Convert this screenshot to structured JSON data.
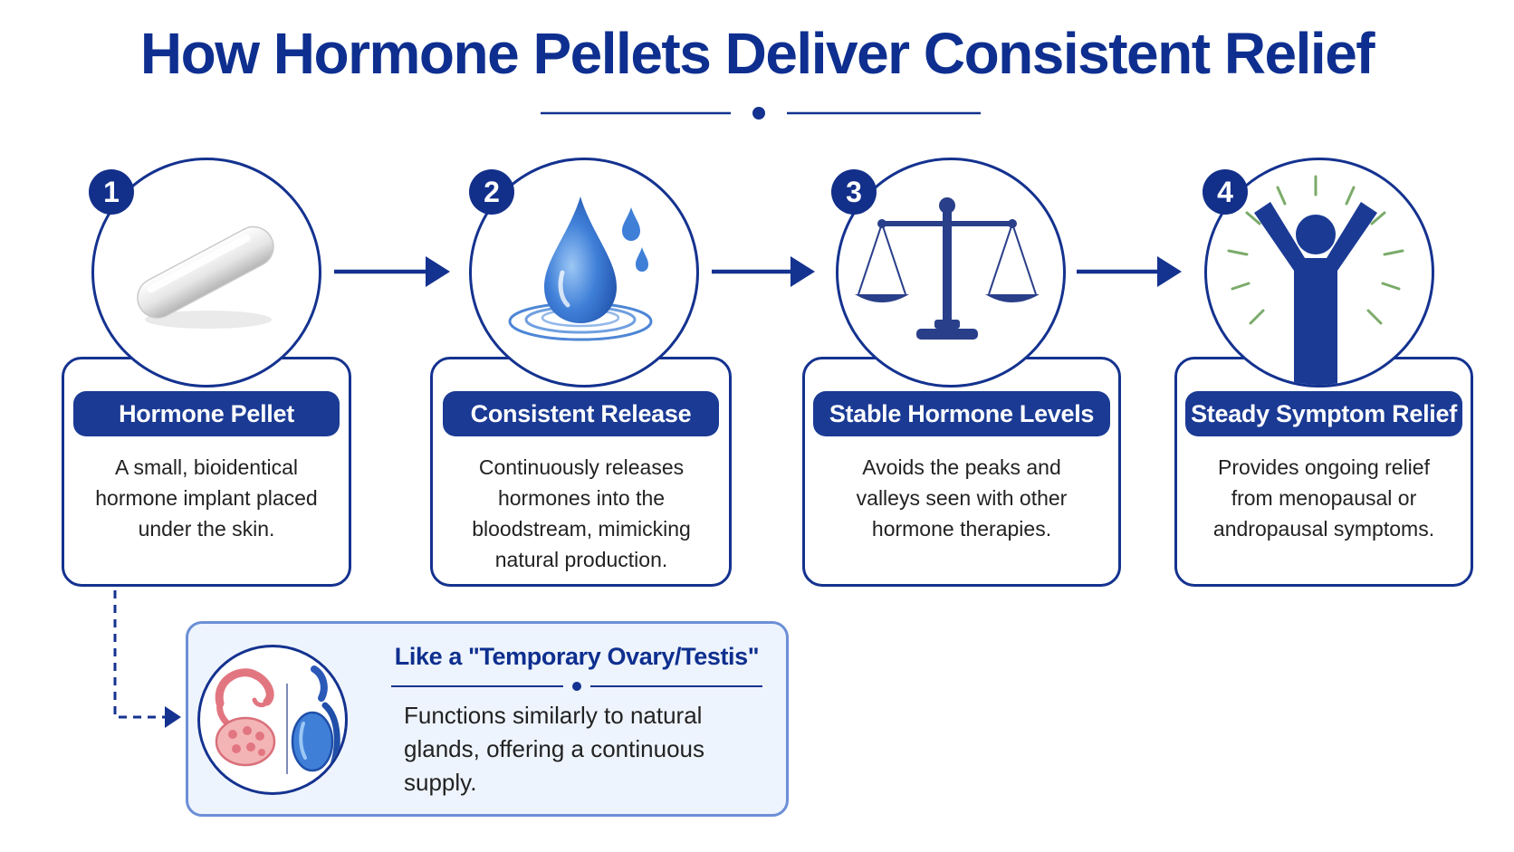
{
  "title": "How Hormone Pellets Deliver Consistent Relief",
  "steps": [
    {
      "number": "1",
      "icon": "pellet-icon",
      "heading": "Hormone Pellet",
      "description": [
        "A small, bioidentical",
        "hormone implant placed",
        "under the skin."
      ]
    },
    {
      "number": "2",
      "icon": "water-drop-icon",
      "heading": "Consistent Release",
      "description": [
        "Continuously releases",
        "hormones into the",
        "bloodstream, mimicking",
        "natural production."
      ]
    },
    {
      "number": "3",
      "icon": "balance-scale-icon",
      "heading": "Stable Hormone Levels",
      "description": [
        "Avoids the peaks and",
        "valleys seen with other",
        "hormone therapies."
      ]
    },
    {
      "number": "4",
      "icon": "celebrating-person-icon",
      "heading": "Steady Symptom Relief",
      "description": [
        "Provides ongoing relief",
        "from menopausal or",
        "andropausal symptoms."
      ]
    }
  ],
  "analogy": {
    "icon": "ovary-testis-icon",
    "title": "Like a \"Temporary Ovary/Testis\"",
    "description": [
      "Functions similarly to natural",
      "glands, offering a continuous",
      "supply."
    ]
  },
  "colors": {
    "navy": "#14328f",
    "pill_blue": "#1a3a94",
    "light_panel": "#eef4fd",
    "relief_rays": "#7bab6a",
    "ovary_pink": "#e58a94",
    "drop_blue": "#3f7fd8"
  }
}
